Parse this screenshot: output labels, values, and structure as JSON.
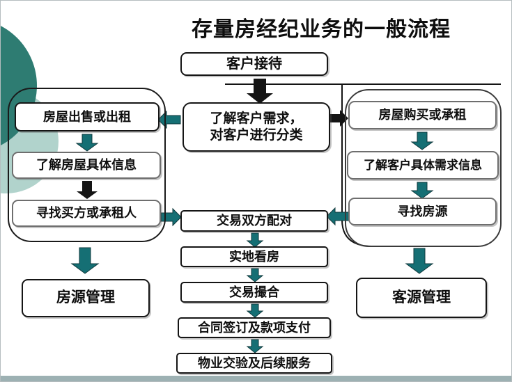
{
  "title": "存量房经纪业务的一般流程",
  "top": {
    "reception": "客户接待"
  },
  "center": {
    "classify_line1": "了解客户需求，",
    "classify_line2": "对客户进行分类"
  },
  "left": {
    "steps": [
      "房屋出售或出租",
      "了解房屋具体信息",
      "寻找买方或承租人"
    ],
    "result": "房源管理"
  },
  "right": {
    "steps": [
      "房屋购买或承租",
      "了解客户具体需求信息",
      "寻找房源"
    ],
    "result": "客源管理"
  },
  "pipeline": {
    "steps": [
      "交易双方配对",
      "实地看房",
      "交易撮合",
      "合同签订及款项支付",
      "物业交验及后续服务"
    ]
  },
  "colors": {
    "teal_arrow": "#156f74",
    "black_arrow": "#141414",
    "dark_circle": "#2e7c72",
    "light_circle": "#a9cec6",
    "bottom_bar": "#9db1b3"
  }
}
